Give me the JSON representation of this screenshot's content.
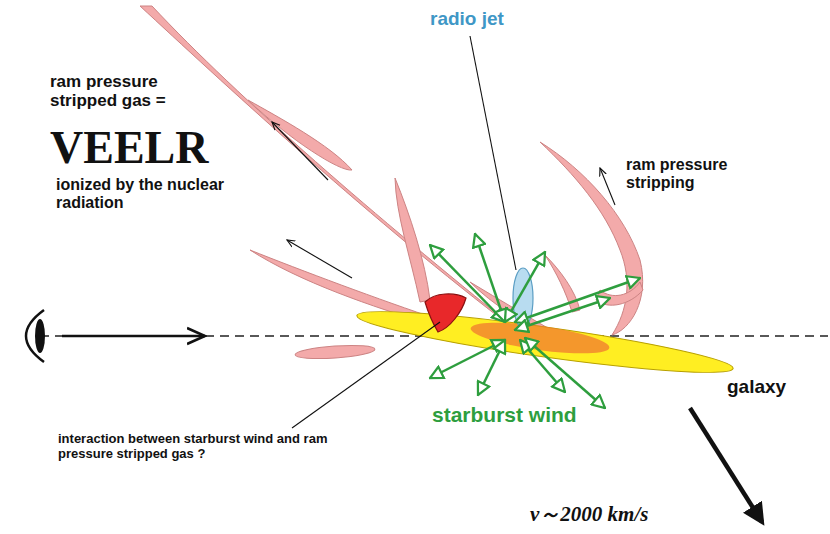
{
  "diagram": {
    "labels": [
      "ram pressure stripped gas =",
      "VEELR",
      "ionized by the nuclear radiation",
      "radio jet",
      "ram pressure stripping",
      "galaxy",
      "starburst wind",
      "interaction between starburst wind and ram pressure stripped gas ?",
      "v～2000 km/s"
    ]
  }
}
